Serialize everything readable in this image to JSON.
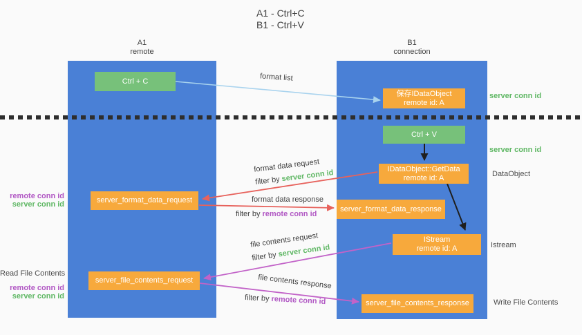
{
  "title": {
    "line1": "A1 - Ctrl+C",
    "line2": "B1 - Ctrl+V"
  },
  "lanes": {
    "left": {
      "name": "A1",
      "role": "remote"
    },
    "right": {
      "name": "B1",
      "role": "connection"
    }
  },
  "nodes": {
    "ctrl_c": "Ctrl + C",
    "ctrl_v": "Ctrl + V",
    "save_idataobject": {
      "line1": "保存IDataObject",
      "line2": "remote id: A"
    },
    "getdata": {
      "line1": "IDataObject::GetData",
      "line2": "remote id: A"
    },
    "istream": {
      "line1": "IStream",
      "line2": "remote id: A"
    },
    "format_request": "server_format_data_request",
    "format_response": "server_format_data_response",
    "file_request": "server_file_contents_request",
    "file_response": "server_file_contents_response"
  },
  "side_labels": {
    "server_conn_id_right_top": "server conn id",
    "server_conn_id_right_mid": "server conn id",
    "dataobject": "DataObject",
    "istream": "Istream",
    "write_file_contents": "Write File Contents",
    "read_file_contents": "Read File Contents",
    "remote_conn_id_left_top": "remote conn id",
    "server_conn_id_left_top": "server conn id",
    "remote_conn_id_left_bottom": "remote conn id",
    "server_conn_id_left_bottom": "server conn id"
  },
  "arrow_labels": {
    "format_list": "format list",
    "format_data_request": "format data request",
    "format_data_response": "format data response",
    "file_contents_request": "file contents request",
    "file_contents_response": "file contents response",
    "filter_by": "filter by ",
    "server_conn_id": "server conn id",
    "remote_conn_id": "remote conn id"
  },
  "colors": {
    "bg": "#fafafa",
    "blue": "#4a80d6",
    "green": "#77c17a",
    "orange": "#f7a93c",
    "lightblue": "#a9d3ee",
    "red": "#e7625c",
    "magenta": "#c263c8",
    "black": "#1f1f1f",
    "green_text": "#5fb764",
    "purple_text": "#b158c4",
    "gray_text": "#3f3f3f",
    "side_text": "#4a4a4a",
    "dot": "#2e2e2e"
  }
}
